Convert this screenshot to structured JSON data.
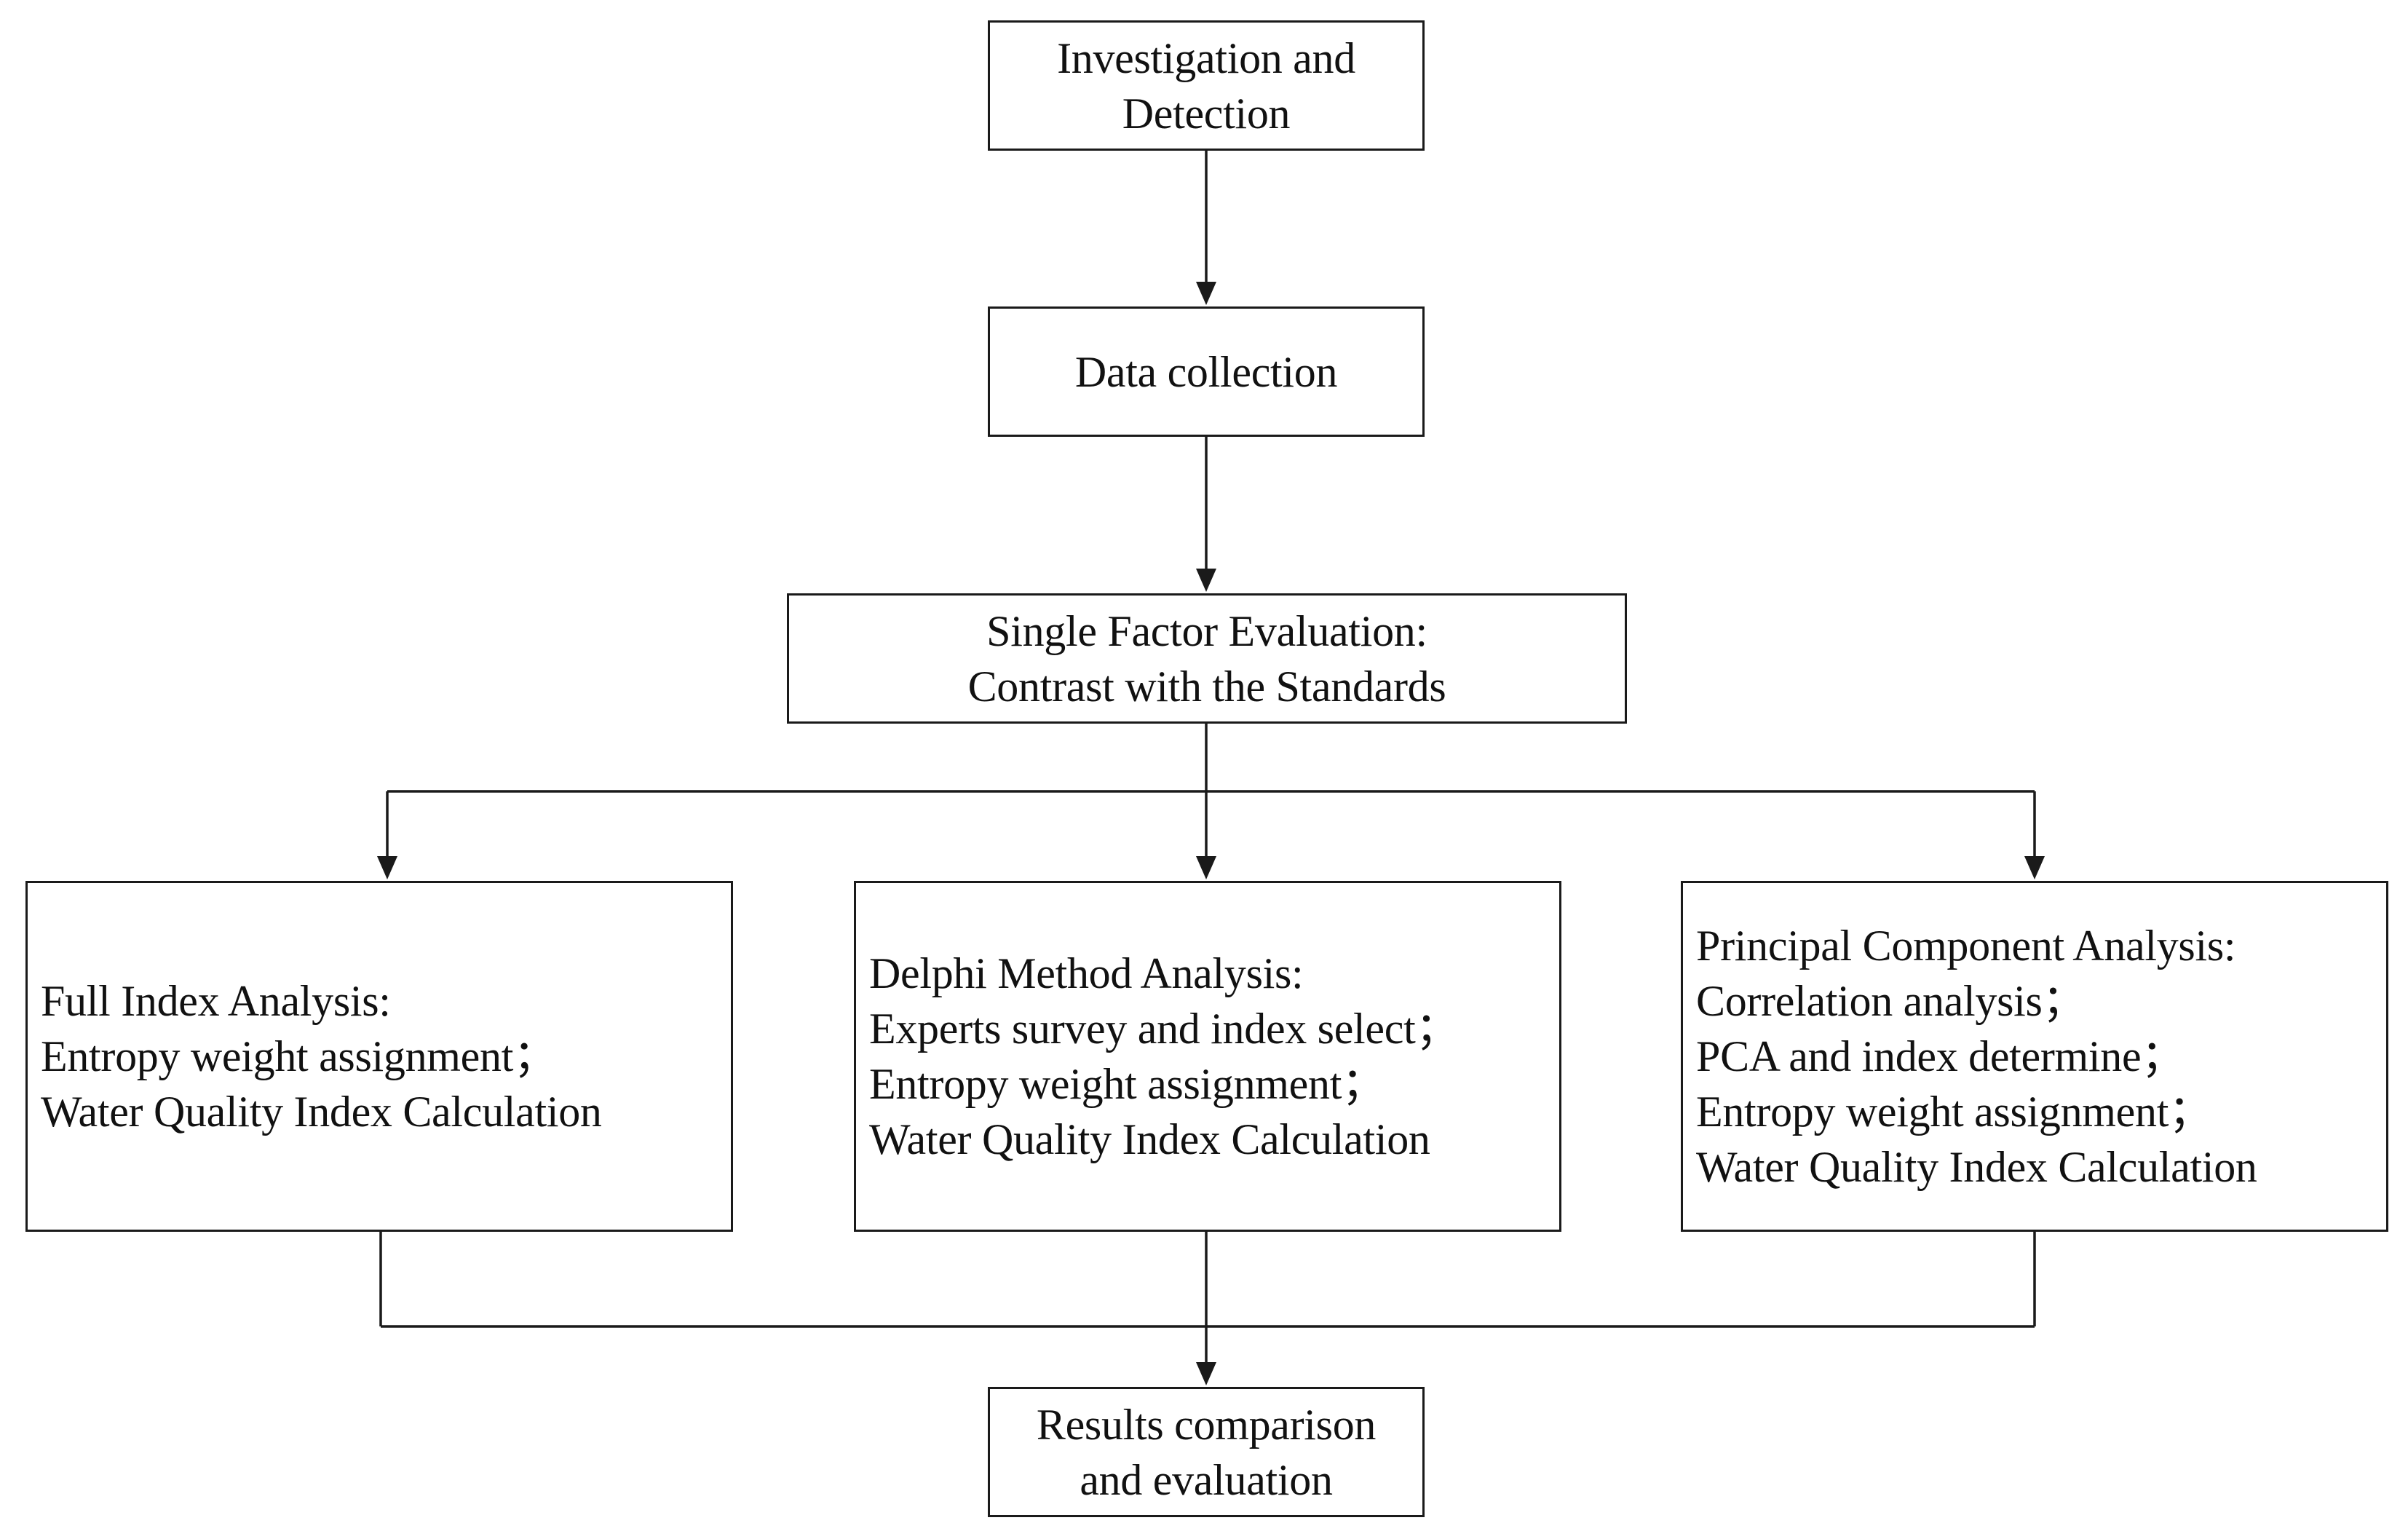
{
  "nodes": {
    "investigation": {
      "lines": [
        "Investigation and",
        "Detection"
      ]
    },
    "data_collection": {
      "lines": [
        "Data collection"
      ]
    },
    "single_factor": {
      "lines": [
        "Single Factor Evaluation:",
        "Contrast with the Standards"
      ]
    },
    "full_index": {
      "lines": [
        "Full Index Analysis:",
        "Entropy weight assignment；",
        "Water Quality Index Calculation"
      ]
    },
    "delphi": {
      "lines": [
        "Delphi Method Analysis:",
        "Experts survey and index select；",
        "Entropy weight assignment；",
        "Water Quality Index Calculation"
      ]
    },
    "pca": {
      "lines": [
        "Principal Component Analysis:",
        "Correlation analysis；",
        "PCA and index determine；",
        "Entropy weight assignment；",
        "Water Quality Index Calculation"
      ]
    },
    "results": {
      "lines": [
        "Results comparison",
        "and evaluation"
      ]
    }
  },
  "colors": {
    "stroke": "#1a1a1a",
    "background": "#ffffff",
    "text": "#111111"
  }
}
